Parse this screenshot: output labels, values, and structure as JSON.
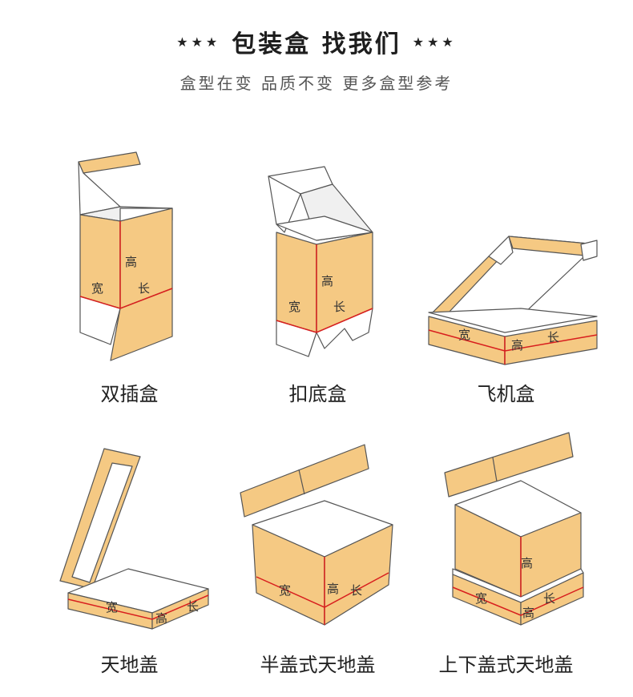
{
  "header": {
    "stars_left": "★★★",
    "title": "包装盒 找我们",
    "stars_right": "★★★",
    "subtitle": "盒型在变 品质不变 更多盒型参考"
  },
  "boxes": [
    {
      "caption": "双插盒",
      "labels": {
        "height": "高",
        "width": "宽",
        "length": "长"
      }
    },
    {
      "caption": "扣底盒",
      "labels": {
        "height": "高",
        "width": "宽",
        "length": "长"
      }
    },
    {
      "caption": "飞机盒",
      "labels": {
        "height": "高",
        "width": "宽",
        "length": "长"
      }
    },
    {
      "caption": "天地盖",
      "labels": {
        "height": "高",
        "width": "宽",
        "length": "长"
      }
    },
    {
      "caption": "半盖式天地盖",
      "labels": {
        "height": "高",
        "width": "宽",
        "length": "长"
      }
    },
    {
      "caption": "上下盖式天地盖",
      "labels": {
        "height": "高",
        "width": "宽",
        "length": "长"
      }
    }
  ],
  "colors": {
    "kraft": "#f5c983",
    "kraft_dark": "#e9b56a",
    "inner": "#ffffff",
    "edge": "#555555",
    "dimension_line": "#d81e1e"
  }
}
